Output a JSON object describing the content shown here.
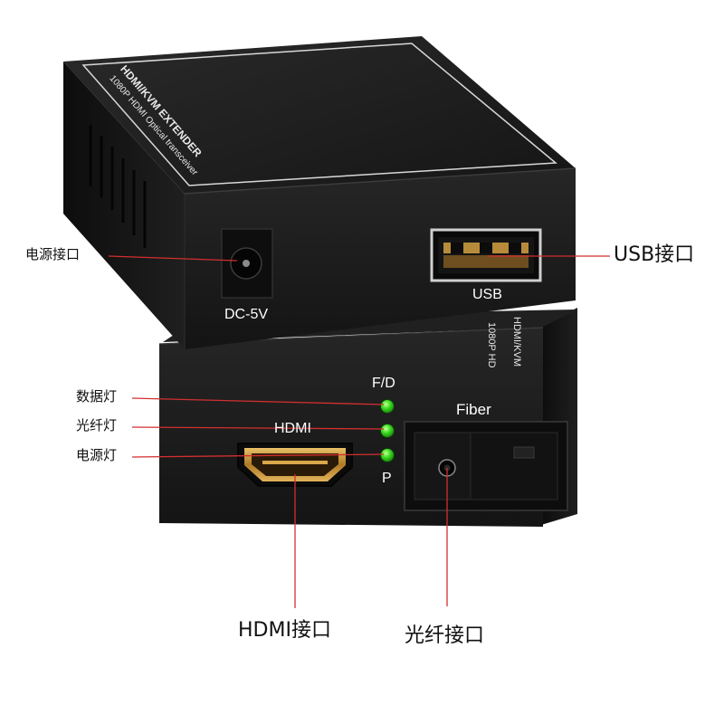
{
  "device": {
    "top_label": "HDMI/KVM EXTENDER",
    "top_sub_label": "1080P HDMI Optical transceiver",
    "side_label_1": "HDMI/KVM",
    "side_label_2": "1080P HD"
  },
  "rear_panel": {
    "dc_label": "DC-5V",
    "usb_label": "USB"
  },
  "front_panel": {
    "hdmi_label": "HDMI",
    "fiber_label": "Fiber",
    "led_top_label": "F/D",
    "led_bottom_label": "P"
  },
  "callouts": {
    "power_port": "电源接口",
    "usb_port": "USB接口",
    "data_led": "数据灯",
    "fiber_led": "光纤灯",
    "power_led": "电源灯",
    "hdmi_port": "HDMI接口",
    "fiber_port": "光纤接口"
  },
  "colors": {
    "leader_line": "#d32f2f",
    "device_body": "#1c1c1c",
    "led": "#2bd21f",
    "hdmi_gold": "#c9973d"
  }
}
